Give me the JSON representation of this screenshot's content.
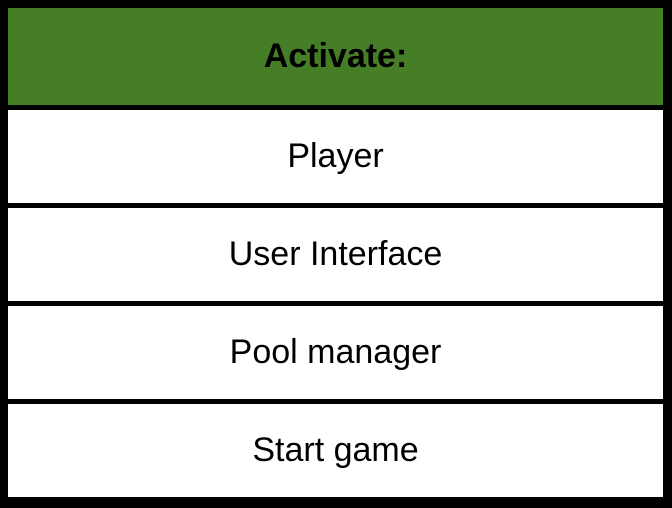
{
  "table": {
    "header": "Activate:",
    "items": [
      "Player",
      "User Interface",
      "Pool manager",
      "Start game"
    ]
  },
  "colors": {
    "header_background": "#467E27",
    "row_background": "#FFFFFF",
    "border": "#000000",
    "text": "#000000"
  }
}
